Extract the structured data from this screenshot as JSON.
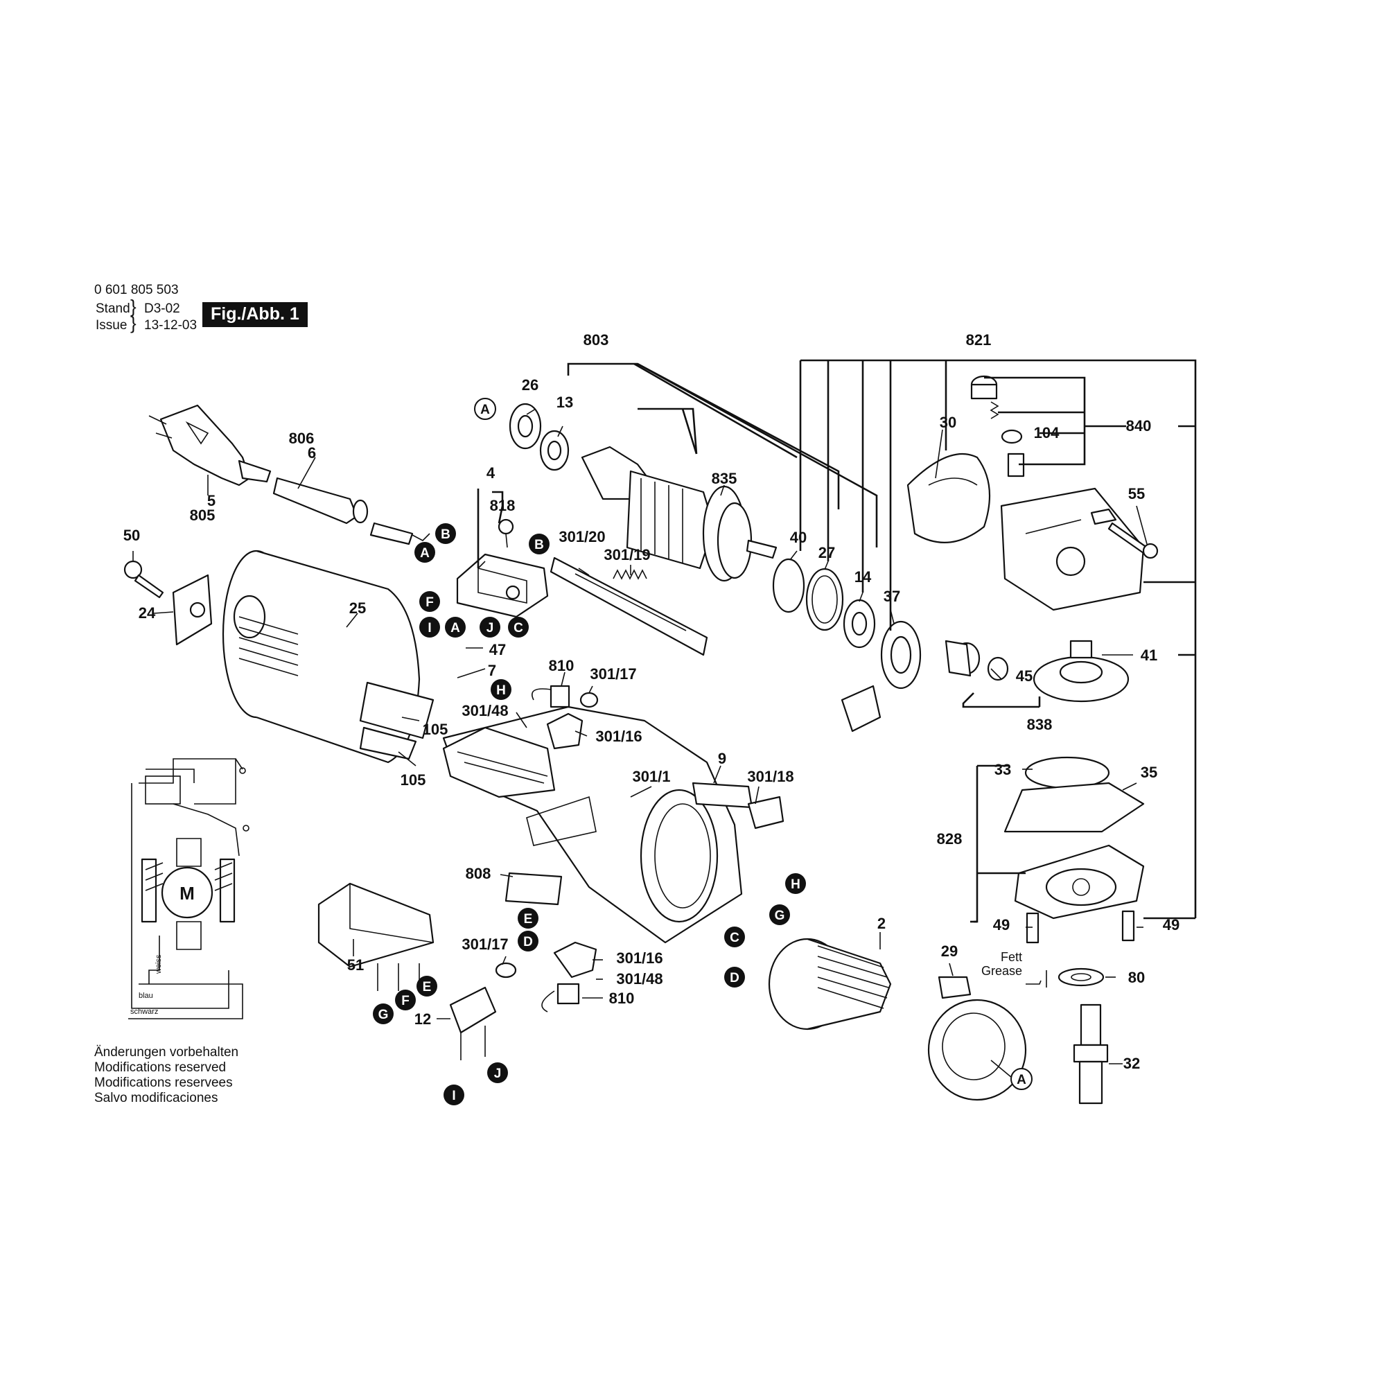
{
  "header": {
    "part_number": "0 601 805 503",
    "stand_label": "Stand",
    "issue_label": "Issue",
    "stand_value": "D3-02",
    "issue_value": "13-12-03",
    "figure_badge": "Fig./Abb. 1"
  },
  "notice": {
    "line1": "Änderungen vorbehalten",
    "line2": "Modifications reserved",
    "line3": "Modifications reservees",
    "line4": "Salvo modificaciones"
  },
  "wiring": {
    "motor_label": "M",
    "wire_weiss": "weiss",
    "wire_blau": "blau",
    "wire_schwarz": "schwarz"
  },
  "grease_note": {
    "de": "Fett",
    "en": "Grease"
  },
  "part_labels": [
    {
      "id": "803",
      "text": "803"
    },
    {
      "id": "821",
      "text": "821"
    },
    {
      "id": "26",
      "text": "26"
    },
    {
      "id": "13",
      "text": "13"
    },
    {
      "id": "806",
      "text": "806"
    },
    {
      "id": "6",
      "text": "6"
    },
    {
      "id": "835",
      "text": "835"
    },
    {
      "id": "30",
      "text": "30"
    },
    {
      "id": "104",
      "text": "104"
    },
    {
      "id": "840",
      "text": "840"
    },
    {
      "id": "5",
      "text": "5"
    },
    {
      "id": "805",
      "text": "805"
    },
    {
      "id": "4",
      "text": "4"
    },
    {
      "id": "818",
      "text": "818"
    },
    {
      "id": "55",
      "text": "55"
    },
    {
      "id": "50",
      "text": "50"
    },
    {
      "id": "301-20",
      "text": "301/20"
    },
    {
      "id": "301-19",
      "text": "301/19"
    },
    {
      "id": "40",
      "text": "40"
    },
    {
      "id": "27",
      "text": "27"
    },
    {
      "id": "14",
      "text": "14"
    },
    {
      "id": "37",
      "text": "37"
    },
    {
      "id": "24",
      "text": "24"
    },
    {
      "id": "25",
      "text": "25"
    },
    {
      "id": "47",
      "text": "47"
    },
    {
      "id": "7",
      "text": "7"
    },
    {
      "id": "810a",
      "text": "810"
    },
    {
      "id": "301-17a",
      "text": "301/17"
    },
    {
      "id": "41",
      "text": "41"
    },
    {
      "id": "45",
      "text": "45"
    },
    {
      "id": "301-48a",
      "text": "301/48"
    },
    {
      "id": "301-16a",
      "text": "301/16"
    },
    {
      "id": "105a",
      "text": "105"
    },
    {
      "id": "105b",
      "text": "105"
    },
    {
      "id": "838",
      "text": "838"
    },
    {
      "id": "9",
      "text": "9"
    },
    {
      "id": "301-1",
      "text": "301/1"
    },
    {
      "id": "301-18",
      "text": "301/18"
    },
    {
      "id": "33",
      "text": "33"
    },
    {
      "id": "35",
      "text": "35"
    },
    {
      "id": "828",
      "text": "828"
    },
    {
      "id": "808",
      "text": "808"
    },
    {
      "id": "2",
      "text": "2"
    },
    {
      "id": "49a",
      "text": "49"
    },
    {
      "id": "49b",
      "text": "49"
    },
    {
      "id": "301-17b",
      "text": "301/17"
    },
    {
      "id": "301-16b",
      "text": "301/16"
    },
    {
      "id": "29",
      "text": "29"
    },
    {
      "id": "51",
      "text": "51"
    },
    {
      "id": "301-48b",
      "text": "301/48"
    },
    {
      "id": "80",
      "text": "80"
    },
    {
      "id": "810b",
      "text": "810"
    },
    {
      "id": "12",
      "text": "12"
    },
    {
      "id": "32",
      "text": "32"
    }
  ],
  "connector_badges": [
    {
      "id": "A-top",
      "text": "A"
    },
    {
      "id": "B-cord",
      "text": "B"
    },
    {
      "id": "A-cord",
      "text": "A"
    },
    {
      "id": "B-switch",
      "text": "B"
    },
    {
      "id": "F-switch",
      "text": "F"
    },
    {
      "id": "I-switch",
      "text": "I"
    },
    {
      "id": "A-switch",
      "text": "A"
    },
    {
      "id": "J-switch",
      "text": "J"
    },
    {
      "id": "C-switch",
      "text": "C"
    },
    {
      "id": "H-upper",
      "text": "H"
    },
    {
      "id": "H-field",
      "text": "H"
    },
    {
      "id": "G-field",
      "text": "G"
    },
    {
      "id": "C-field",
      "text": "C"
    },
    {
      "id": "D-field",
      "text": "D"
    },
    {
      "id": "E-lower",
      "text": "E"
    },
    {
      "id": "D-lower",
      "text": "D"
    },
    {
      "id": "G-51",
      "text": "G"
    },
    {
      "id": "F-51",
      "text": "F"
    },
    {
      "id": "E-51",
      "text": "E"
    },
    {
      "id": "I-12",
      "text": "I"
    },
    {
      "id": "J-12",
      "text": "J"
    },
    {
      "id": "A-guard",
      "text": "A"
    }
  ]
}
